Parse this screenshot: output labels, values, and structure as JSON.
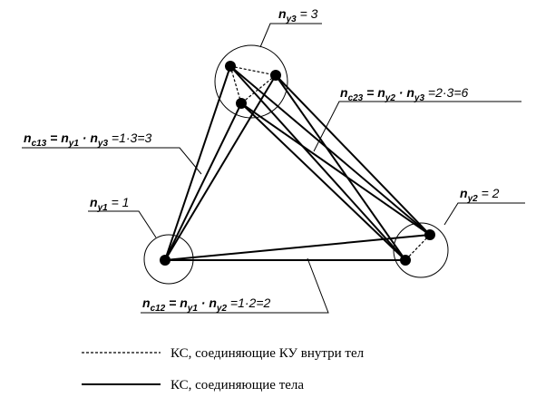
{
  "bodies": [
    {
      "id": "body1",
      "nodes": 1
    },
    {
      "id": "body2",
      "nodes": 2
    },
    {
      "id": "body3",
      "nodes": 3
    }
  ],
  "labels": {
    "ny3": {
      "n": "n",
      "sub": "y3",
      "rest": " = 3"
    },
    "ny1": {
      "n": "n",
      "sub": "y1",
      "rest": " = 1"
    },
    "ny2": {
      "n": "n",
      "sub": "y2",
      "rest": " = 2"
    },
    "nc13": {
      "n": "n",
      "sub": "c13",
      "eq": " = ",
      "a": "n",
      "asub": "y1",
      "dot": " · ",
      "b": "n",
      "bsub": "y3",
      "tail": " =1·3=3"
    },
    "nc23": {
      "n": "n",
      "sub": "c23",
      "eq": " = ",
      "a": "n",
      "asub": "y2",
      "dot": " · ",
      "b": "n",
      "bsub": "y3",
      "tail": " =2·3=6"
    },
    "nc12": {
      "n": "n",
      "sub": "c12",
      "eq": " = ",
      "a": "n",
      "asub": "y1",
      "dot": " · ",
      "b": "n",
      "bsub": "y2",
      "tail": " =1·2=2"
    }
  },
  "legend": {
    "dashed": "КС, соединяющие КУ внутри тел",
    "solid": "КС, соединяющие тела"
  }
}
